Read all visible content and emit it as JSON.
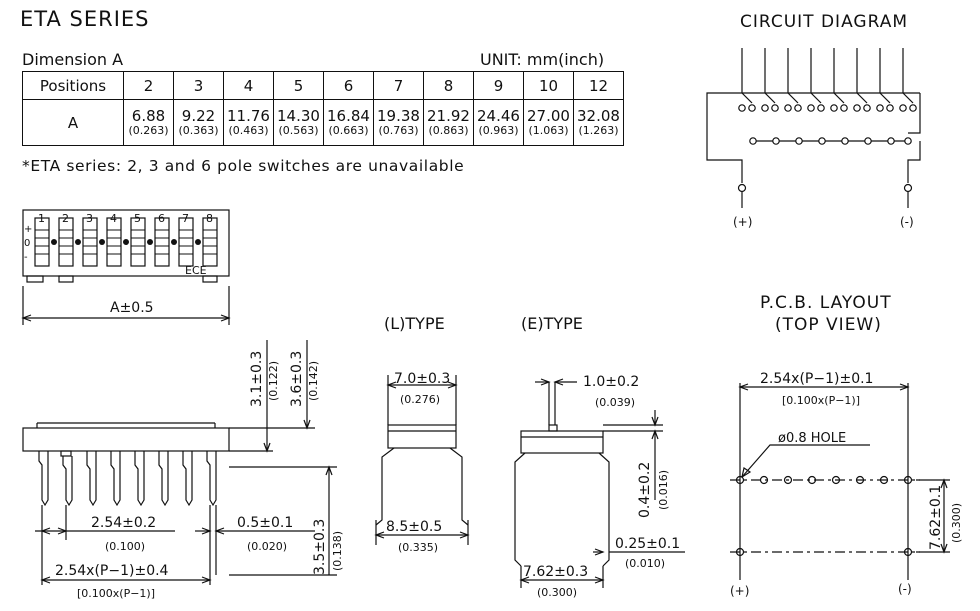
{
  "series_title": "ETA SERIES",
  "dimension_label": "Dimension  A",
  "unit_label": "UNIT: mm(inch)",
  "table": {
    "header_label": "Positions",
    "row_label": "A",
    "positions": [
      "2",
      "3",
      "4",
      "5",
      "6",
      "7",
      "8",
      "9",
      "10",
      "12"
    ],
    "values_mm": [
      "6.88",
      "9.22",
      "11.76",
      "14.30",
      "16.84",
      "19.38",
      "21.92",
      "24.46",
      "27.00",
      "32.08"
    ],
    "values_inch": [
      "(0.263)",
      "(0.363)",
      "(0.463)",
      "(0.563)",
      "(0.663)",
      "(0.763)",
      "(0.863)",
      "(0.963)",
      "(1.063)",
      "(1.263)"
    ]
  },
  "note": "*ETA series: 2, 3 and 6 pole switches are unavailable",
  "circuit": {
    "title": "CIRCUIT  DIAGRAM",
    "plus_label": "(+)",
    "minus_label": "(-)"
  },
  "top_view": {
    "switch_numbers": [
      "1",
      "2",
      "3",
      "4",
      "5",
      "6",
      "7",
      "8"
    ],
    "side_marks": [
      "+",
      "0",
      "-"
    ],
    "brand": "ECE",
    "width_label": "A±0.5"
  },
  "side_view": {
    "height_31": "3.1±0.3",
    "height_31_inch": "(0.122)",
    "height_36": "3.6±0.3",
    "height_36_inch": "(0.142)",
    "pin_len": "3.5±0.3",
    "pin_len_inch": "(0.138)",
    "pitch": "2.54±0.2",
    "pitch_inch": "(0.100)",
    "pin_width": "0.5±0.1",
    "pin_width_inch": "(0.020)",
    "span": "2.54x(P−1)±0.4",
    "span_inch": "[0.100x(P−1)]"
  },
  "l_type": {
    "title": "(L)TYPE",
    "top": "7.0±0.3",
    "top_inch": "(0.276)",
    "bottom": "8.5±0.5",
    "bottom_inch": "(0.335)"
  },
  "e_type": {
    "title": "(E)TYPE",
    "top": "1.0±0.2",
    "top_inch": "(0.039)",
    "right": "0.4±0.2",
    "right_inch": "(0.016)",
    "lead": "0.25±0.1",
    "lead_inch": "(0.010)",
    "bottom": "7.62±0.3",
    "bottom_inch": "(0.300)"
  },
  "pcb": {
    "title_line1": "P.C.B.  LAYOUT",
    "title_line2": "(TOP  VIEW)",
    "span": "2.54x(P−1)±0.1",
    "span_inch": "[0.100x(P−1)]",
    "hole": "ø0.8  HOLE",
    "row_spacing": "7.62±0.1",
    "row_spacing_inch": "(0.300)",
    "plus_label": "(+)",
    "minus_label": "(-)"
  }
}
